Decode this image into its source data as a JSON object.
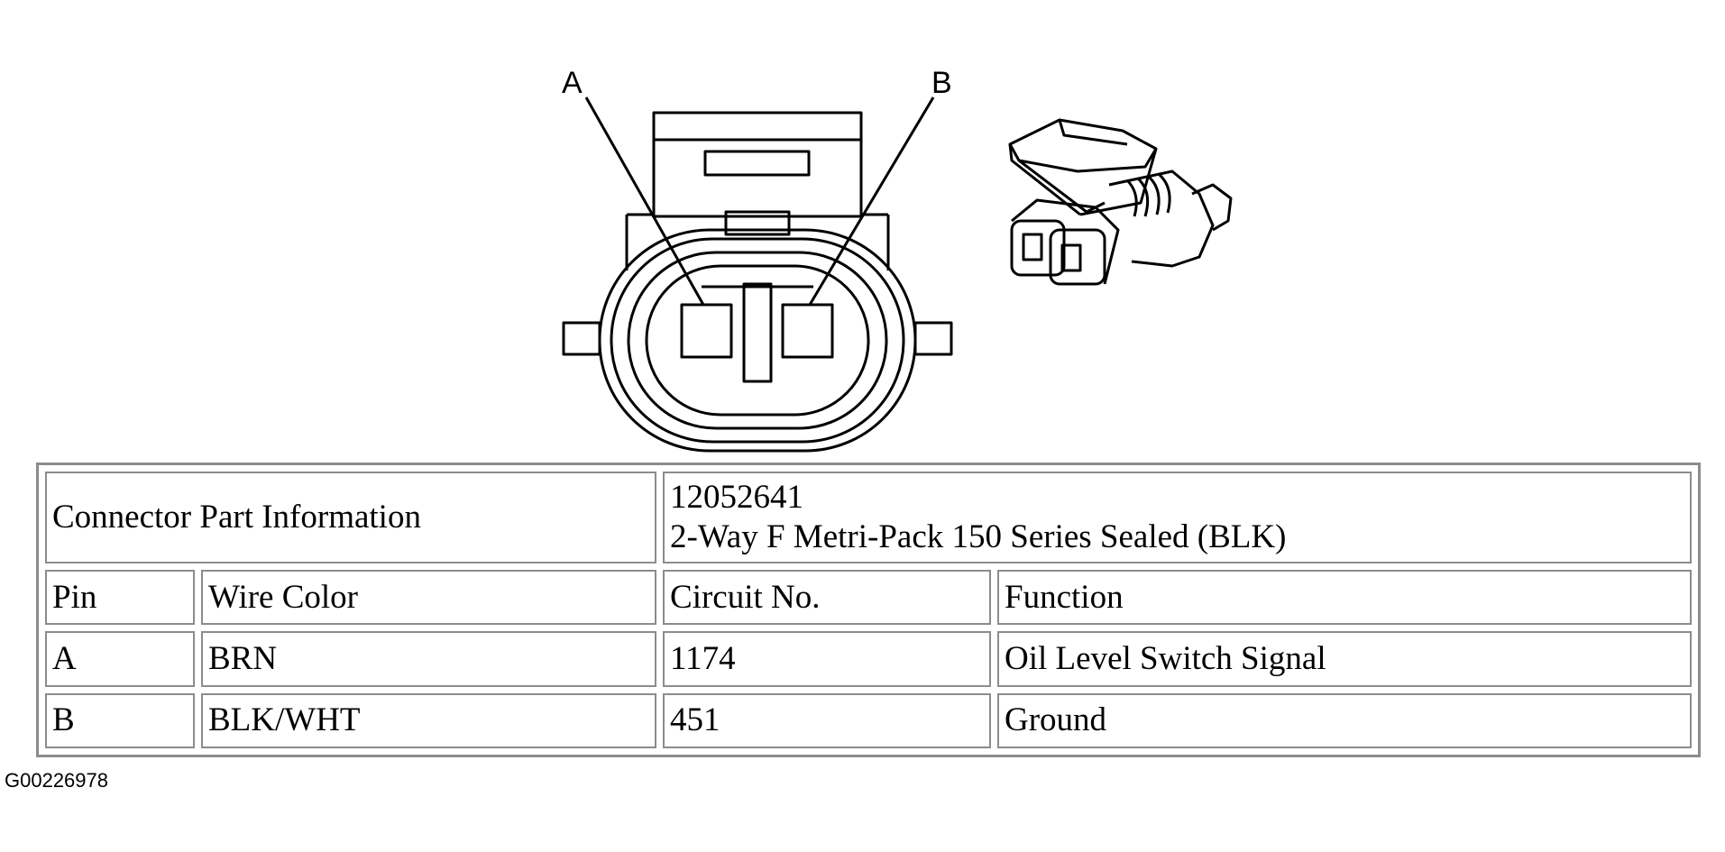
{
  "diagram": {
    "pin_labels": [
      "A",
      "B"
    ]
  },
  "table": {
    "part_info_label": "Connector Part Information",
    "part_number": "12052641",
    "part_description": "2-Way F Metri-Pack 150 Series Sealed (BLK)",
    "headers": [
      "Pin",
      "Wire Color",
      "Circuit No.",
      "Function"
    ],
    "rows": [
      [
        "A",
        "BRN",
        "1174",
        "Oil Level Switch Signal"
      ],
      [
        "B",
        "BLK/WHT",
        "451",
        "Ground"
      ]
    ]
  },
  "figure_id": "G00226978"
}
